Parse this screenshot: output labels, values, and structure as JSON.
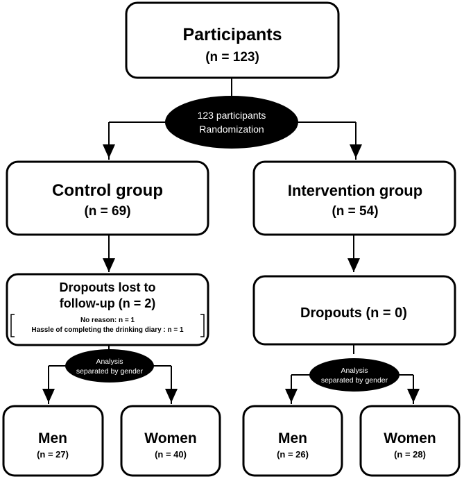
{
  "participants": {
    "title": "Participants",
    "n": "(n = 123)"
  },
  "randomization": {
    "line1": "123 participants",
    "line2": "Randomization"
  },
  "control": {
    "title": "Control group",
    "n": "(n = 69)",
    "dropouts": {
      "line1": "Dropouts lost to",
      "line2": "follow-up (n = 2)",
      "reason1": "No reason: n = 1",
      "reason2": "Hassle of completing the drinking diary :  n = 1"
    },
    "analysis": {
      "line1": "Analysis",
      "line2": "separated by gender"
    },
    "men": {
      "title": "Men",
      "n": "(n = 27)"
    },
    "women": {
      "title": "Women",
      "n": "(n = 40)"
    }
  },
  "intervention": {
    "title": "Intervention group",
    "n": "(n = 54)",
    "dropouts": {
      "label": "Dropouts (n = 0)"
    },
    "analysis": {
      "line1": "Analysis",
      "line2": "separated by gender"
    },
    "men": {
      "title": "Men",
      "n": "(n = 26)"
    },
    "women": {
      "title": "Women",
      "n": "(n = 28)"
    }
  }
}
